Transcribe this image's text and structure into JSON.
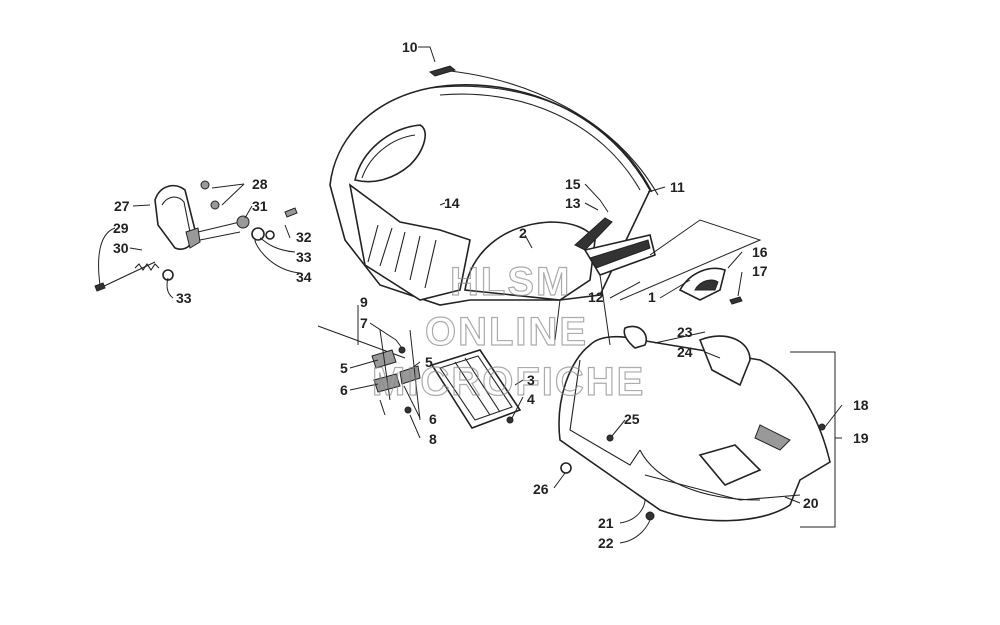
{
  "watermark": {
    "line1": "HLSM",
    "line2": "ONLINE",
    "line3": "MICROFICHE"
  },
  "callouts": {
    "c1": "1",
    "c2": "2",
    "c3": "3",
    "c4": "4",
    "c5a": "5",
    "c5b": "5",
    "c6a": "6",
    "c6b": "6",
    "c7": "7",
    "c8": "8",
    "c9": "9",
    "c10": "10",
    "c11": "11",
    "c12": "12",
    "c13": "13",
    "c14": "14",
    "c15": "15",
    "c16": "16",
    "c17": "17",
    "c18": "18",
    "c19": "19",
    "c20": "20",
    "c21": "21",
    "c22": "22",
    "c23": "23",
    "c24": "24",
    "c25": "25",
    "c26": "26",
    "c27": "27",
    "c28": "28",
    "c29": "29",
    "c30": "30",
    "c31": "31",
    "c32": "32",
    "c33a": "33",
    "c33b": "33",
    "c34": "34"
  }
}
